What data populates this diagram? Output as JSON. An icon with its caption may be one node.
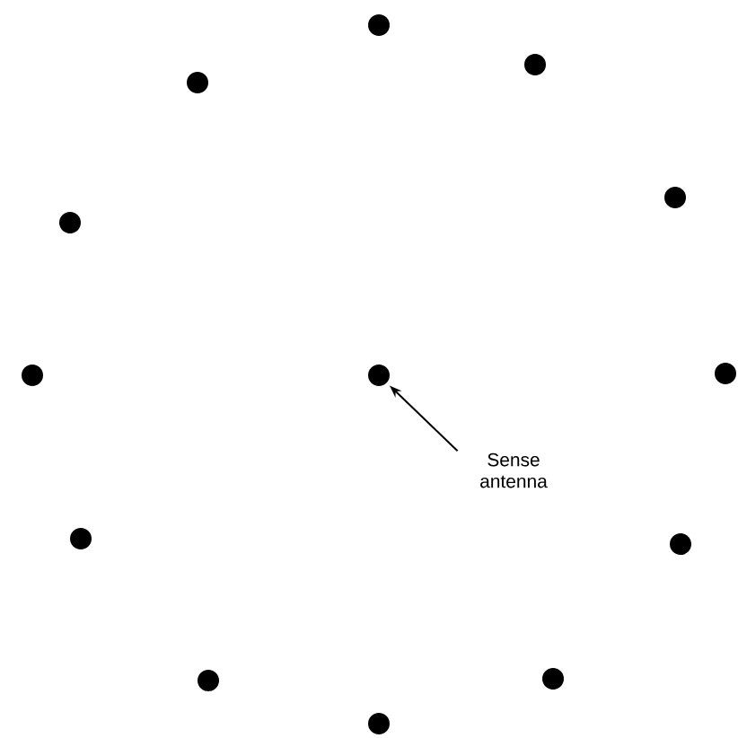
{
  "diagram": {
    "nodes": [
      {
        "text": [],
        "shape": "circle"
      },
      {
        "text": [],
        "shape": "circle"
      },
      {
        "text": [],
        "shape": "circle"
      },
      {
        "text": [],
        "shape": "circle"
      },
      {
        "text": [],
        "shape": "circle"
      },
      {
        "text": [],
        "shape": "circle"
      },
      {
        "text": [],
        "shape": "circle"
      },
      {
        "text": [],
        "shape": "circle"
      },
      {
        "text": [
          "Sense antenna"
        ]
      },
      {
        "text": [],
        "shape": "circle"
      },
      {
        "text": [],
        "shape": "circle"
      },
      {
        "text": [],
        "shape": "circle"
      },
      {
        "text": [],
        "shape": "circle"
      },
      {
        "text": [],
        "shape": "circle"
      }
    ],
    "edges": [
      {
        "from": 8,
        "to": 6,
        "arrow": "to"
      }
    ]
  }
}
